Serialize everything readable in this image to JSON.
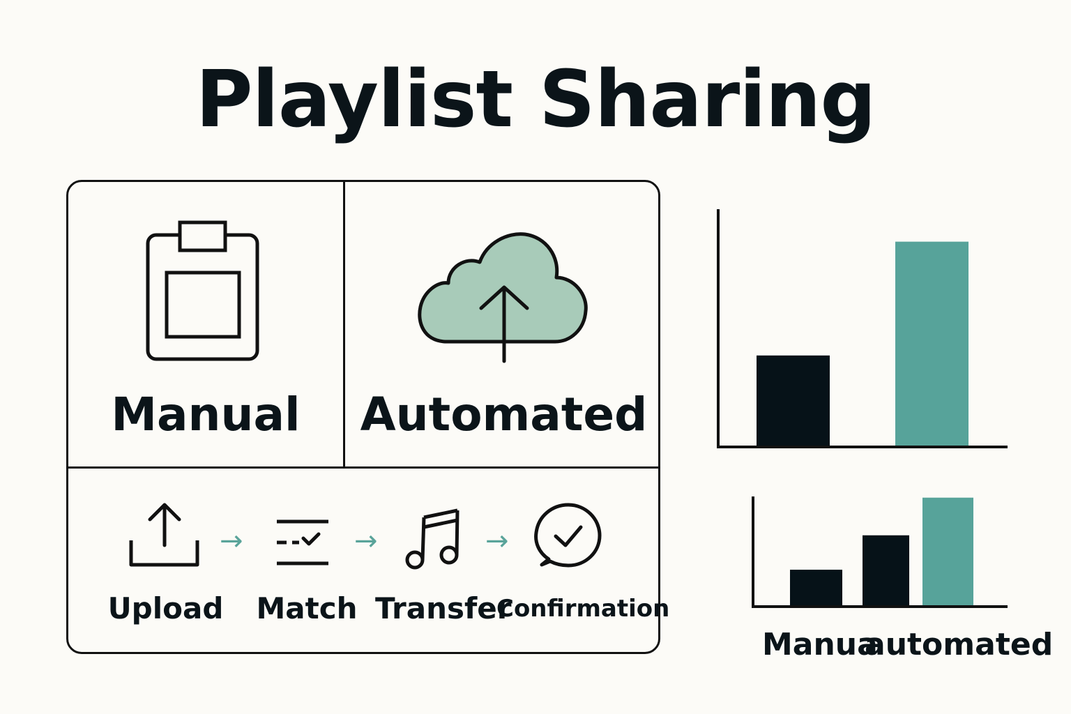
{
  "title": "Playlist Sharing",
  "modes": {
    "manual_label": "Manual",
    "automated_label": "Automated"
  },
  "steps": [
    {
      "label": "Upload",
      "icon": "upload-icon"
    },
    {
      "label": "Match",
      "icon": "checklist-icon"
    },
    {
      "label": "Transfer",
      "icon": "music-note-icon"
    },
    {
      "label": "Confirmation",
      "icon": "check-bubble-icon"
    }
  ],
  "step_arrow": "→",
  "icons": {
    "manual": "clipboard-icon",
    "automated": "cloud-upload-icon"
  },
  "colors": {
    "dark": "#061218",
    "teal": "#57a39a",
    "cloud_fill": "#a8cbb9",
    "background": "#fcfbf7"
  },
  "chart_data": [
    {
      "type": "bar",
      "categories": [
        "",
        ""
      ],
      "values": [
        38,
        86
      ],
      "ylim": [
        0,
        100
      ],
      "bar_colors": [
        "#061218",
        "#57a39a"
      ]
    },
    {
      "type": "bar",
      "categories": [
        "Manual",
        "Automated"
      ],
      "series": [
        {
          "values": [
            33,
            65
          ]
        },
        {
          "values": [
            null,
            100
          ]
        }
      ],
      "bars": [
        {
          "value": 33,
          "color": "#061218"
        },
        {
          "value": 65,
          "color": "#061218"
        },
        {
          "value": 100,
          "color": "#57a39a"
        }
      ],
      "ylim": [
        0,
        105
      ],
      "xlabel_left": "Manua",
      "xlabel_right": "automated"
    }
  ]
}
